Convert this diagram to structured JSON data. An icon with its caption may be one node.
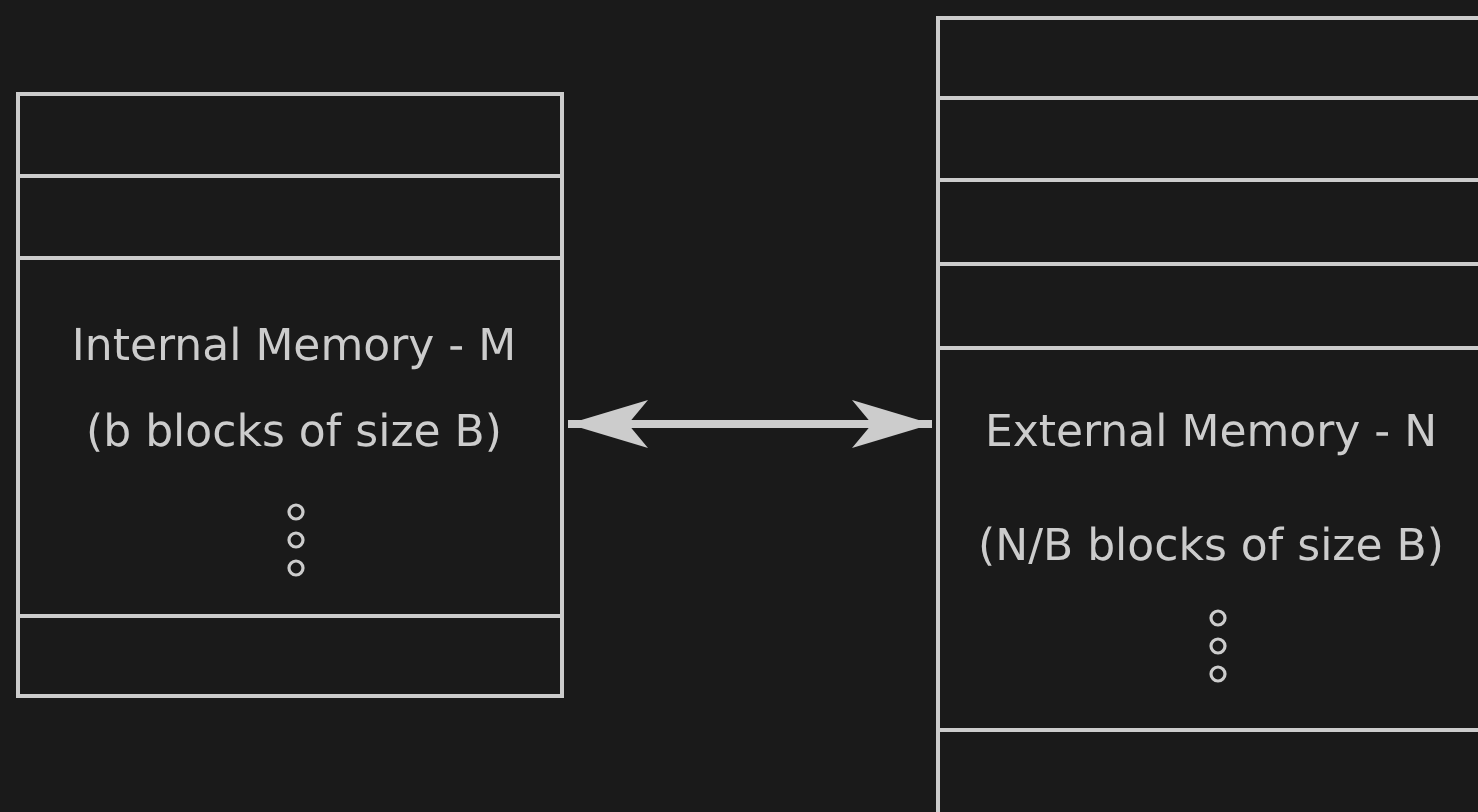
{
  "diagram": {
    "nodes": [
      {
        "text": [
          "Internal Memory - M",
          "(b blocks of size B)"
        ]
      },
      {
        "text": [
          "External Memory - N",
          "(N/B blocks of size B)"
        ]
      }
    ],
    "edges": [
      {
        "from": 0,
        "to": 1,
        "arrow": "both"
      }
    ]
  }
}
